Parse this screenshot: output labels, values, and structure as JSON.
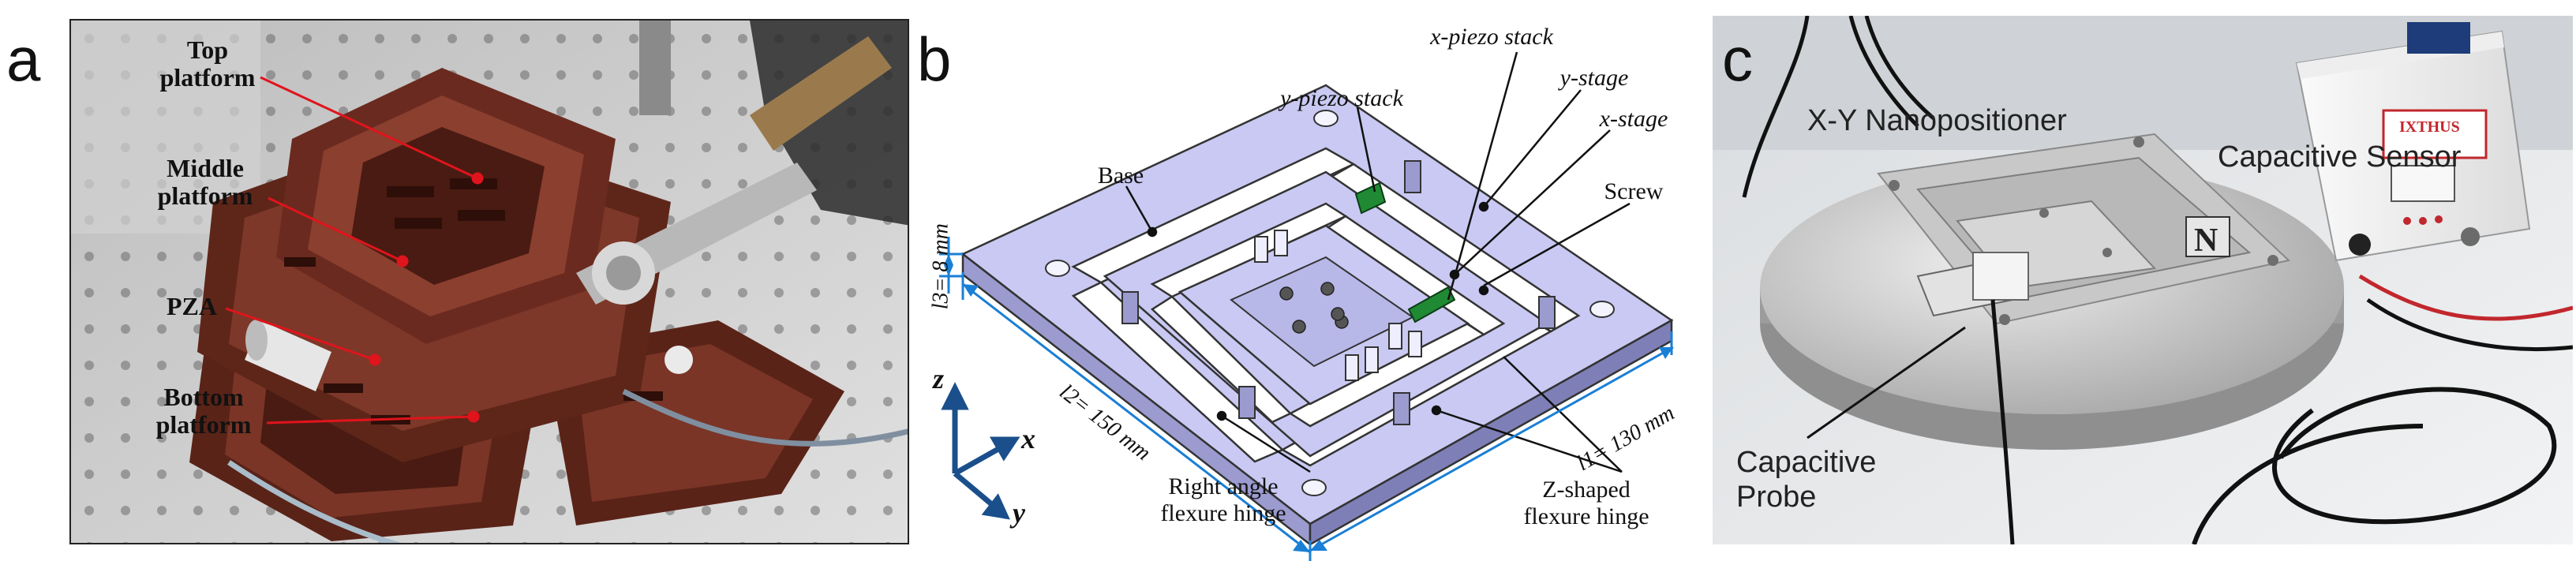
{
  "panels": {
    "a": {
      "letter": "a",
      "labels": {
        "top": [
          "Top",
          "platform"
        ],
        "middle": [
          "Middle",
          "platform"
        ],
        "pza": "PZA",
        "bottom": [
          "Bottom",
          "platform"
        ]
      }
    },
    "b": {
      "letter": "b",
      "labels": {
        "x_piezo": "x-piezo stack",
        "y_piezo": "y-piezo stack",
        "y_stage": "y-stage",
        "x_stage": "x-stage",
        "base": "Base",
        "screw": "Screw",
        "l3": "l3= 8 mm",
        "l2": "l2= 150 mm",
        "l1": "l1= 130 mm",
        "right_angle": [
          "Right angle",
          "flexure hinge"
        ],
        "z_shaped": [
          "Z-shaped",
          "flexure hinge"
        ],
        "axis_z": "z",
        "axis_x": "x",
        "axis_y": "y"
      }
    },
    "c": {
      "letter": "c",
      "labels": {
        "nanopositioner": "X-Y Nanopositioner",
        "sensor": "Capacitive Sensor",
        "probe": [
          "Capacitive",
          "Probe"
        ],
        "device_brand": "IXTHUS"
      }
    }
  },
  "colors": {
    "annotation_red": "#e0141c",
    "dimension_blue": "#1a7fd6",
    "axis_blue": "#1b4f8c",
    "stage_lavender": "#c9c9f3",
    "piezo_green": "#1f8a33",
    "print_brown": "#6b2a1f"
  }
}
